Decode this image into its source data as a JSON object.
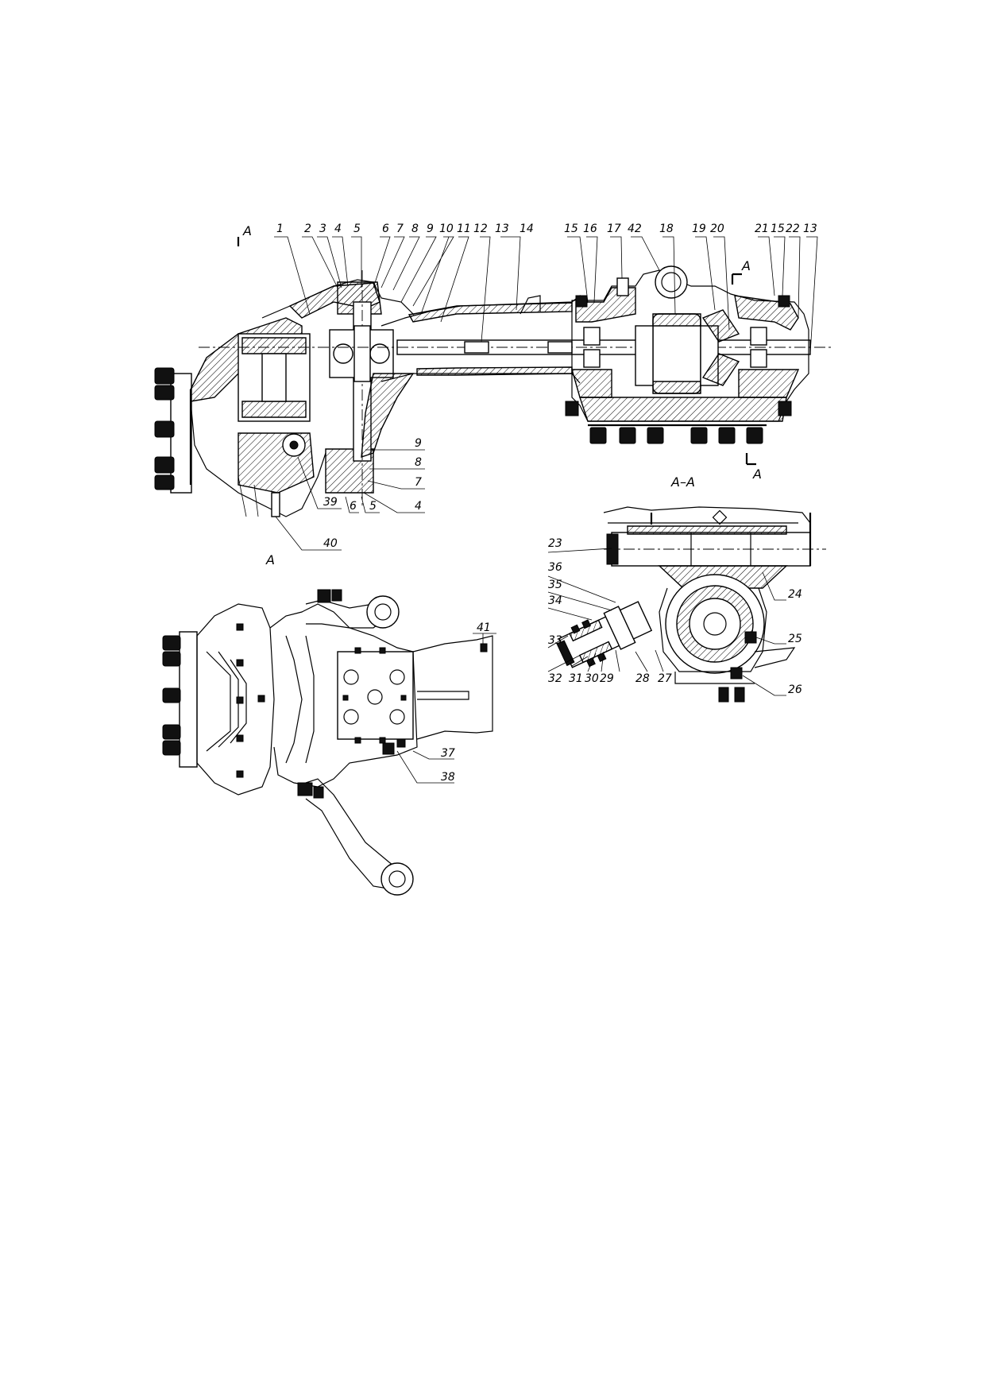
{
  "main_section": {
    "section_marks": [
      "A",
      "A",
      "A"
    ],
    "callouts_top": [
      "1",
      "2",
      "3",
      "4",
      "5",
      "6",
      "7",
      "8",
      "9",
      "10",
      "11",
      "12",
      "13",
      "14",
      "15",
      "16",
      "17",
      "42",
      "18",
      "19",
      "20",
      "21",
      "15",
      "22",
      "13"
    ],
    "callouts_bottom": [
      "9",
      "8",
      "7",
      "4",
      "5",
      "6",
      "39",
      "40"
    ]
  },
  "section_aa": {
    "title": "A–A",
    "callouts": [
      "23",
      "36",
      "35",
      "34",
      "33",
      "32",
      "31",
      "30",
      "29",
      "28",
      "27",
      "24",
      "25",
      "26"
    ]
  },
  "view_a": {
    "title": "A",
    "callouts": [
      "41",
      "37",
      "38"
    ]
  }
}
